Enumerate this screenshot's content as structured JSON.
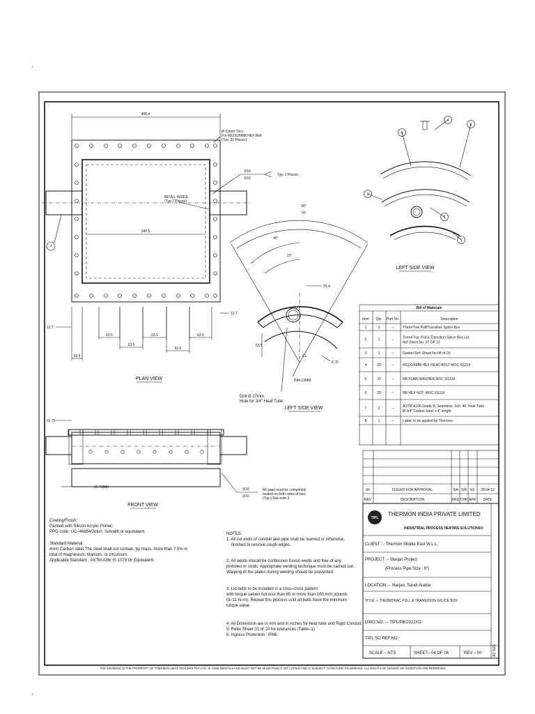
{
  "plan_view": {
    "title": "PLAN VIEW",
    "dim_overall": "406.4",
    "dim_inner": "340.5",
    "bolt_note_1": "Ø 13mm Thru",
    "bolt_note_2": "For M12X25MM HEX Bolt",
    "bolt_note_3": "(Typ. 20 Places)",
    "bevel_1": "BEVEL INSIDE",
    "bevel_2": "(Typ 2 Places)",
    "weld_note": "Typ. 2 Places",
    "weld_size_a": "3/16",
    "weld_size_b": "3/16",
    "dim_12_7_left": "12.7",
    "dim_12_7_right": "12.7",
    "dim_63_5": [
      "63.5",
      "63.5",
      "63.5",
      "63.5",
      "63.5",
      "63.5"
    ],
    "balloon_7": "7"
  },
  "front_view": {
    "title": "FRONT VIEW",
    "dim_left": "31.75",
    "dim_bottom": "26.73MM",
    "weld_size_a": "3/16",
    "weld_size_b": "3/16",
    "gap_note_1": "All gaps must be completely",
    "gap_note_2": "sealed on both sides of box.",
    "gap_note_3": "(Typ.) See note 2"
  },
  "side_view_main": {
    "title": "LEFT SIDE VIEW",
    "angle_90": "90°",
    "angle_74": "74°",
    "angle_45": "45°",
    "angle_22": "22°",
    "dim_25_4": "25.4",
    "dim_63_5": "63.5",
    "dim_6_76": "6.76",
    "centerline": "CL",
    "radius": "R84.13MM",
    "drill_1": "Drill Ø 27mm",
    "drill_2": "Hole for 3/4\" Heat Tube"
  },
  "side_view_small": {
    "title": "LEFT SIDE VIEW",
    "balloons": [
      "8",
      "4",
      "6",
      "3",
      "5",
      "1"
    ]
  },
  "bom": {
    "title": "Bill of Materials",
    "headers": [
      "Item",
      "Qty.",
      "Part No.",
      "Description"
    ],
    "rows": [
      {
        "item": "1",
        "qty": "1",
        "part": "–",
        "desc1": "ThermTrac Pull/Transition Splice Box",
        "desc2": ""
      },
      {
        "item": "2",
        "qty": "1",
        "part": "–",
        "desc1": "ThermTrac Pull & Transition Splice Box Lid.",
        "desc2": "Ref.Sheet No. 07 OF 10"
      },
      {
        "item": "3",
        "qty": "1",
        "part": "–",
        "desc1": "Gasket  Ref. Sheet No 08 of 10",
        "desc2": ""
      },
      {
        "item": "4",
        "qty": "20",
        "part": "–",
        "desc1": "M12X25MM HEX HEAD BOLT MOC:SS316",
        "desc2": ""
      },
      {
        "item": "5",
        "qty": "20",
        "part": "–",
        "desc1": "M8 PLAIN WASHER,MOC:SS316",
        "desc2": ""
      },
      {
        "item": "6",
        "qty": "20",
        "part": "–",
        "desc1": "M8 HEX NUT, MOC:SS316",
        "desc2": ""
      },
      {
        "item": "7",
        "qty": "2",
        "part": "–",
        "desc1": "ASTM A106,Grade B, Seamless, Sch. 40, Heat Tube",
        "desc2": "Ø 3/4\" Carbon Steel x 4\" length."
      },
      {
        "item": "8",
        "qty": "1",
        "part": "–",
        "desc1": "Label, to be applied by Thermon.",
        "desc2": ""
      }
    ]
  },
  "revisions": {
    "row": {
      "rev": "00",
      "desc": "ISSUED FOR APPROVAL",
      "drg": "SIK",
      "chk": "SIK",
      "apr": "SS",
      "date": "28.04.22"
    },
    "headers": {
      "rev": "REV",
      "desc": "DESCRIPTION",
      "drg": "DRG",
      "chk": "CHK",
      "apr": "APR",
      "date": "DATE"
    }
  },
  "title_block": {
    "logo": "TIPL",
    "company": "THERMON INDIA PRIVATE LIMITED",
    "tagline": "INDUSTRIAL PROCESS HEATING SOLUTIONS®",
    "client": "CLIENT :– Thermon Middle East W.L.L.",
    "project_1": "PROJECT :– Marjan Project",
    "project_2": "(Process Pipe Size : 6\")",
    "location": "LOCATION :– Marjan, Saudi Arabia",
    "title": "TITLE :– THERMTRAC PULL & TRANSITION SPLICE BOX",
    "dwg_no": "DWG.NO. :– TIPL/PB/2022/02",
    "tipl_so": "TIPL SO REF.NO :",
    "scale": "SCALE –  NTS",
    "sheet": "SHEET– 04 OF 08",
    "rev": "REV –  00",
    "size": "A3 SIZE"
  },
  "coating": {
    "heading": "Coating/Finish:",
    "l1": "Painted with Silicon Acrylic Primer,",
    "l2": "PPG code: UC–46654/Jotun: Solvalitt or equivalent."
  },
  "material": {
    "heading": "Standard Material:",
    "l1": "4mm Carbon steel,The steel shall not contain, by mass, more than 7.5% in",
    "l2": "total of magnesium, titanium, or zirconium.",
    "l3": "Applicable Standard :  ASTM A36/ IS 1079 Or Equivalent."
  },
  "notes": {
    "heading": "NOTES:",
    "n1a": "1. All cut ends of conduit and pipe shall be reamed or otherwise,",
    "n1b": "finished to remove rough edges.",
    "n2a": "2. All welds should be continuous fusion welds and free of any",
    "n2b": "pinholes or voids. Appropriate welding technique must be carried out.",
    "n2c": "Warping of the plates during welding should be prevented.",
    "n3a": "3. Lid bolts to be installed in a criss–cross pattern",
    "n3b": "with torque values not less than 80 or more than 100 inch pounds",
    "n3c": "(9–11 N–m). Repeat this process until all bolts have the minimum",
    "n3d": "torque value.",
    "n4": "4. All Dimension are in mm and in inches for heat tube and Rigid Conduit.",
    "n5": "5. Refer Sheet 01 of 10 for tolerances (Table–1)",
    "n6": "6. Ingress Protection : IP66."
  },
  "footer": "THE DRAWING IS THE PROPERTY OF THERMON HEAT TRACERS PVT LTD. IS CONFIDENTIAL AND MUST NOT BE MADE PUBLIC OR COPIED AND IS SUBJECT TO RETURN ON DEMAND, ALL RIGHTS OF DESIGN OR INVENTION ARE RESERVED."
}
